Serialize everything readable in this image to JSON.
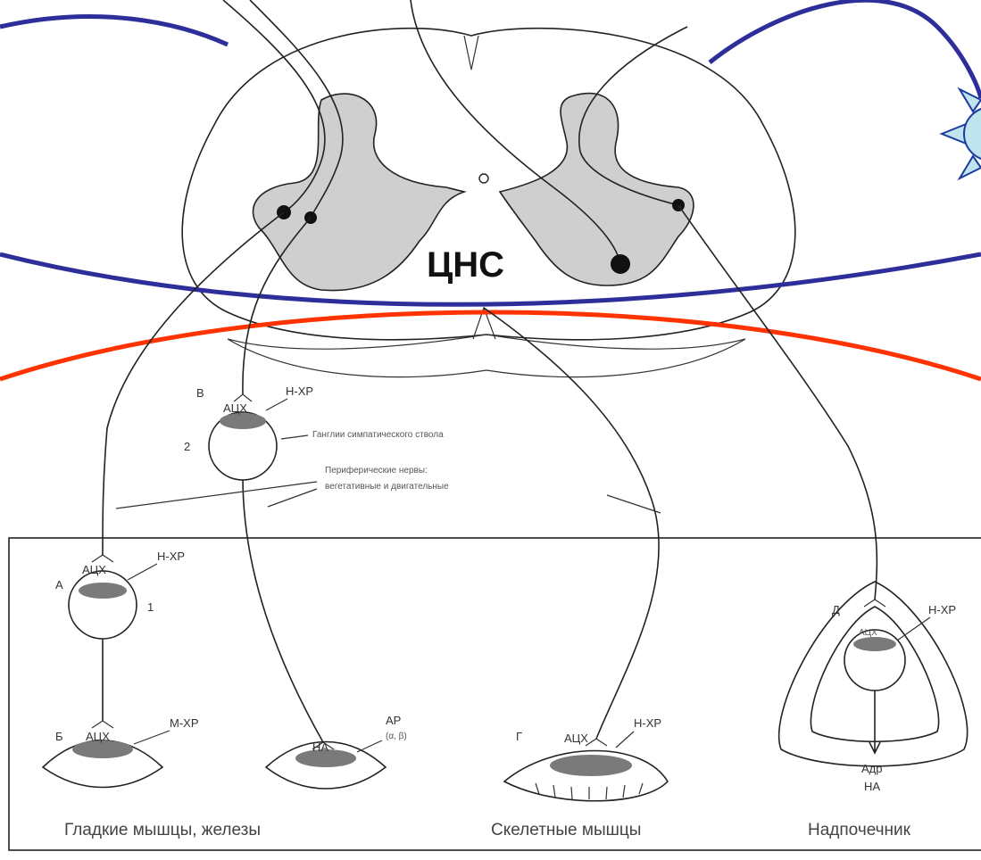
{
  "colors": {
    "cns_boundary": "#2e2e9a",
    "pns_boundary": "#ff3300",
    "grey_matter": "#cfcfcf",
    "receptor_fill": "#7a7a7a",
    "star_fill": "#bfe4ee",
    "star_stroke": "#1c3aa0"
  },
  "labels": {
    "cns": "ЦНС",
    "ganglion_letter": "В",
    "ganglion_number": "2",
    "ganglion_ach": "АЦХ",
    "ganglion_receptor": "Н-ХР",
    "ganglion_caption": "Ганглии симпатического ствола",
    "nerves_line1": "Периферические нервы:",
    "nerves_line2": "вегетативные и двигательные",
    "a_letter": "А",
    "a_number": "1",
    "a_ach": "АЦХ",
    "a_receptor": "Н-ХР",
    "b_letter": "Б",
    "b_ach": "АЦХ",
    "b_receptor": "М-ХР",
    "na_label": "НА",
    "ar_label": "АР",
    "ar_sub": "(α, β)",
    "g_letter": "Г",
    "g_ach": "АЦХ",
    "g_receptor": "Н-ХР",
    "d_letter": "Д",
    "d_ach": "АЦХ",
    "d_receptor": "Н-ХР",
    "adr_label": "Адр",
    "adr_na_label": "НА",
    "caption_smooth": "Гладкие мышцы, железы",
    "caption_skeletal": "Скелетные мышцы",
    "caption_adrenal": "Надпочечник"
  }
}
